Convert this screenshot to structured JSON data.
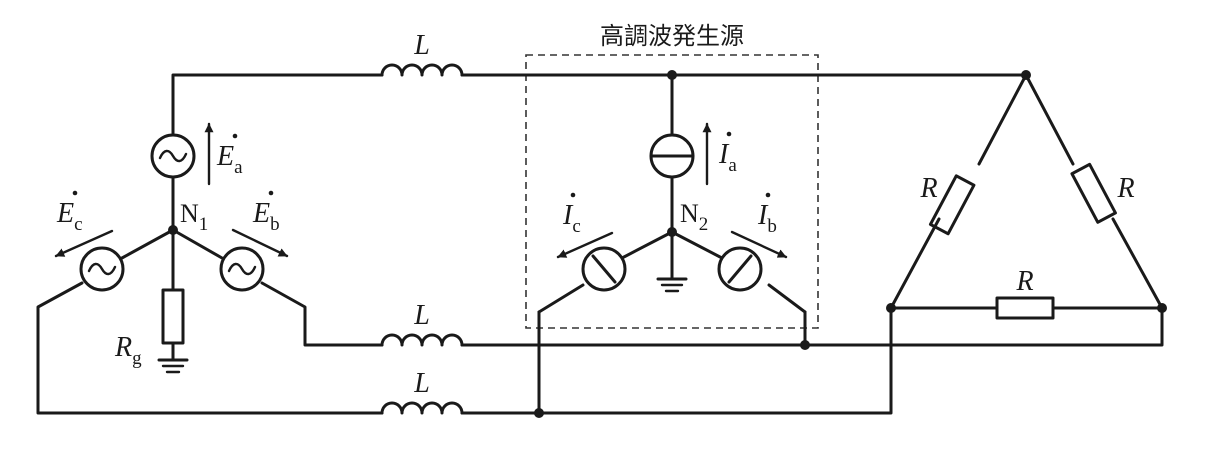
{
  "box_title": "高調波発生源",
  "inductor_symbol": "L",
  "resistor_symbol": "R",
  "ground_resistor": {
    "symbol": "R",
    "subscript": "g"
  },
  "node1": {
    "symbol": "N",
    "subscript": "1"
  },
  "node2": {
    "symbol": "N",
    "subscript": "2"
  },
  "emf": {
    "a": {
      "symbol": "E",
      "subscript": "a"
    },
    "b": {
      "symbol": "E",
      "subscript": "b"
    },
    "c": {
      "symbol": "E",
      "subscript": "c"
    }
  },
  "current": {
    "a": {
      "symbol": "I",
      "subscript": "a"
    },
    "b": {
      "symbol": "I",
      "subscript": "b"
    },
    "c": {
      "symbol": "I",
      "subscript": "c"
    }
  }
}
